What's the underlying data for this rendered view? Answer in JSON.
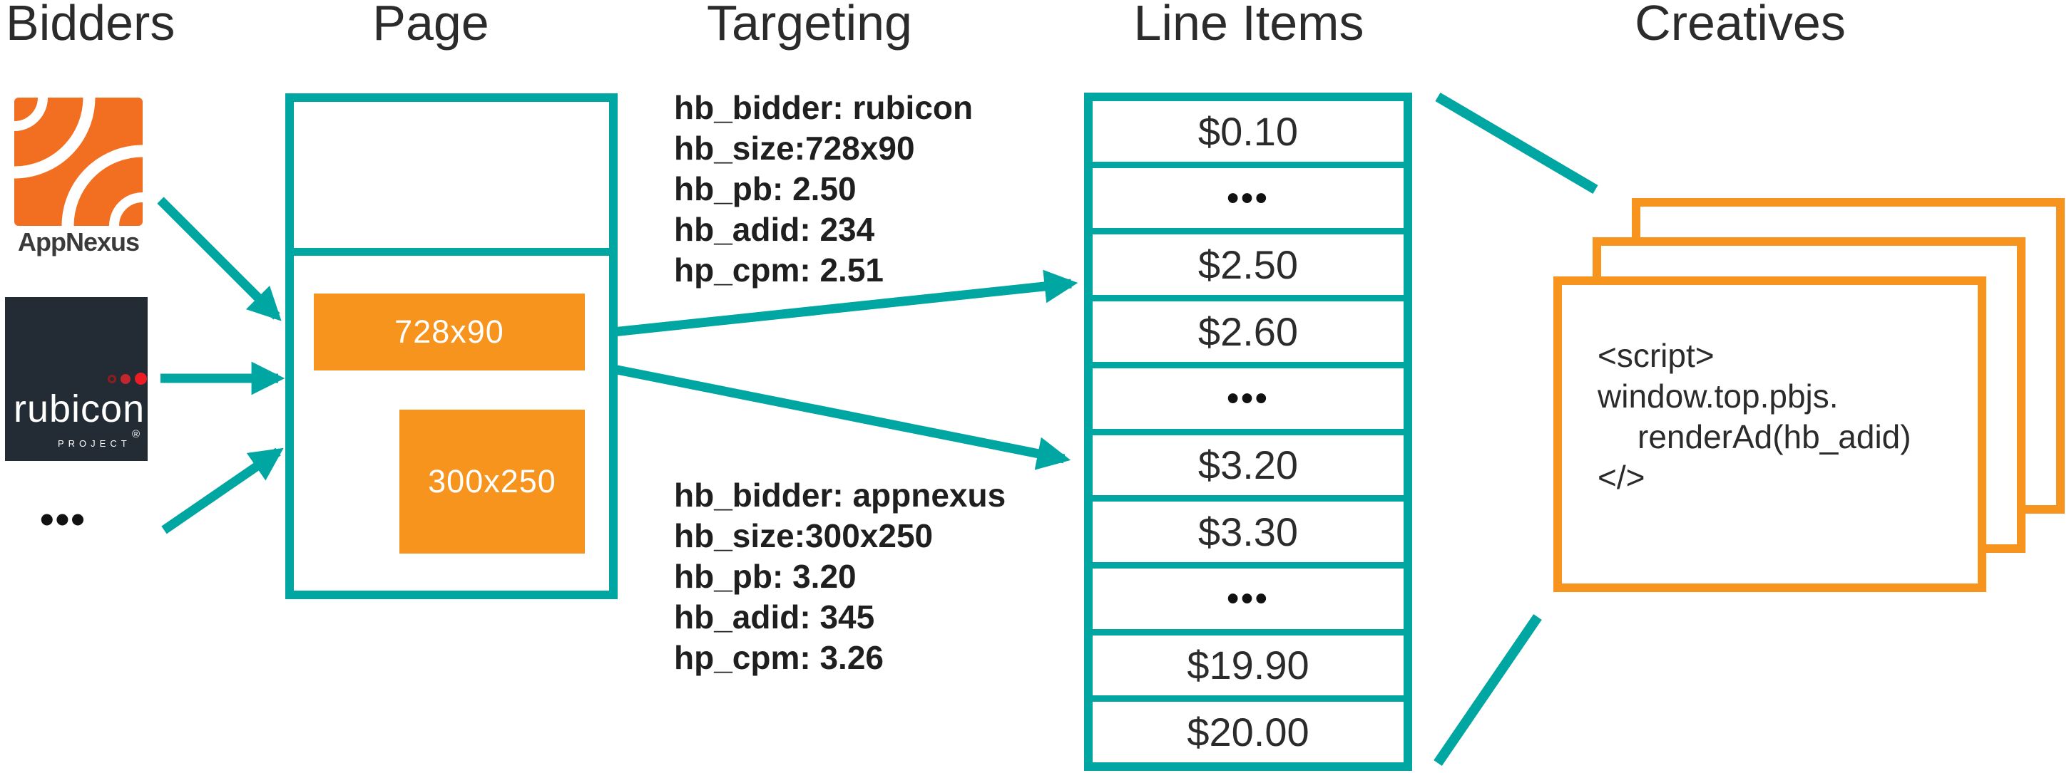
{
  "headers": {
    "bidders": "Bidders",
    "page": "Page",
    "targeting": "Targeting",
    "line_items": "Line Items",
    "creatives": "Creatives"
  },
  "bidders": {
    "appnexus_label": "AppNexus",
    "rubicon_label": "rubicon.",
    "rubicon_reg": "®",
    "rubicon_project_label": "PROJECT",
    "more_label": "•••"
  },
  "page": {
    "slots": [
      {
        "label": "728x90"
      },
      {
        "label": "300x250"
      }
    ]
  },
  "targeting": {
    "blocks": [
      {
        "lines": [
          "hb_bidder: rubicon",
          "hb_size:728x90",
          "hb_pb: 2.50",
          "hb_adid: 234",
          "hp_cpm: 2.51"
        ]
      },
      {
        "lines": [
          "hb_bidder: appnexus",
          "hb_size:300x250",
          "hb_pb: 3.20",
          "hb_adid: 345",
          "hp_cpm: 3.26"
        ]
      }
    ]
  },
  "line_items": {
    "rows": [
      "$0.10",
      "•••",
      "$2.50",
      "$2.60",
      "•••",
      "$3.20",
      "$3.30",
      "•••",
      "$19.90",
      "$20.00"
    ]
  },
  "creatives": {
    "code_lines": [
      "<script>",
      "window.top.pbjs.",
      "renderAd(hb_adid)",
      "</>"
    ]
  },
  "colors": {
    "teal": "#00A6A1",
    "orange": "#F7941E",
    "appnexus_orange": "#F26E21",
    "rubicon_navy": "#232B35",
    "rubicon_red": "#ED1C24",
    "text_dark": "#2B2B2B"
  }
}
